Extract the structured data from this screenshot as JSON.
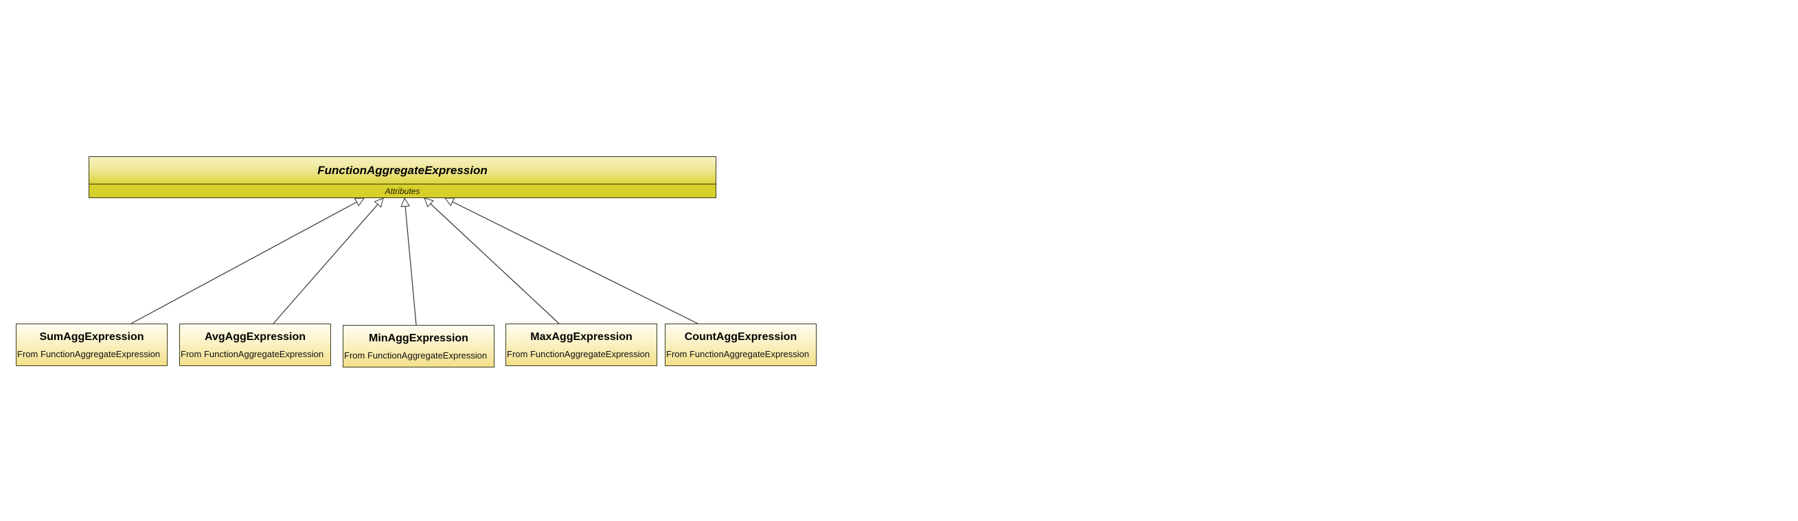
{
  "parent": {
    "name": "FunctionAggregateExpression",
    "section_label": "Attributes"
  },
  "children": [
    {
      "name": "SumAggExpression",
      "from_label": "From FunctionAggregateExpression"
    },
    {
      "name": "AvgAggExpression",
      "from_label": "From FunctionAggregateExpression"
    },
    {
      "name": "MinAggExpression",
      "from_label": "From FunctionAggregateExpression"
    },
    {
      "name": "MaxAggExpression",
      "from_label": "From FunctionAggregateExpression"
    },
    {
      "name": "CountAggExpression",
      "from_label": "From FunctionAggregateExpression"
    }
  ],
  "colors": {
    "parent_fill": "#d7cf2a",
    "child_fill": "#fbf2c6",
    "border": "#3a3a1a",
    "edge": "#333333"
  }
}
